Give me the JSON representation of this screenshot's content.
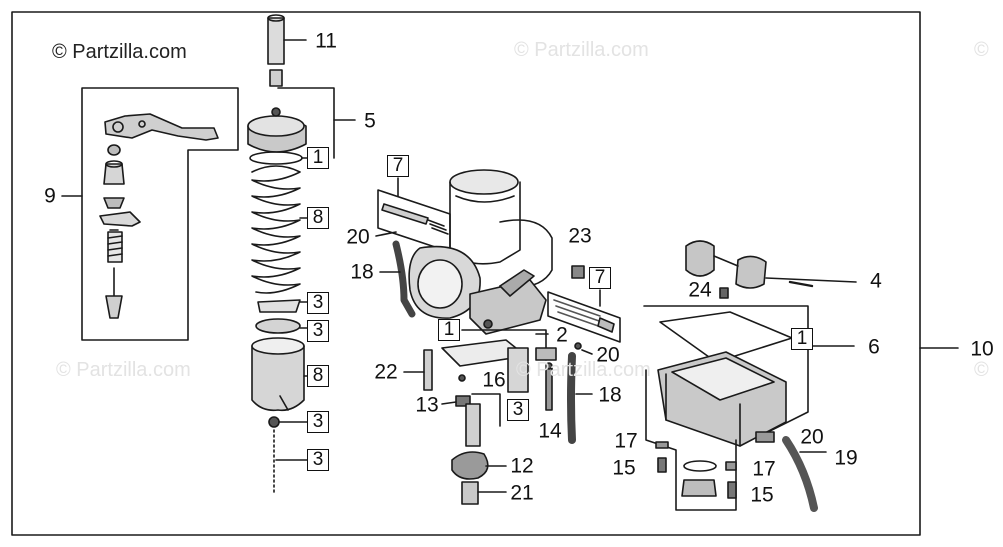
{
  "watermark": {
    "main": "© Partzilla.com",
    "faint_1": "© Partzilla.com",
    "faint_2": "© Partzilla.com",
    "faint_3": "© Partzilla.com",
    "faint_4": "©",
    "faint_5": "©"
  },
  "callouts": {
    "c11": "11",
    "c5": "5",
    "c9": "9",
    "c20a": "20",
    "c18a": "18",
    "c23": "23",
    "c4": "4",
    "c24": "24",
    "c6": "6",
    "c10": "10",
    "c2": "2",
    "c20b": "20",
    "c22": "22",
    "c16": "16",
    "c13": "13",
    "c18b": "18",
    "c14": "14",
    "c17a": "17",
    "c20c": "20",
    "c19": "19",
    "c15a": "15",
    "c17b": "17",
    "c15b": "15",
    "c12": "12",
    "c21": "21"
  },
  "boxed_callouts": {
    "b1a": "1",
    "b8a": "8",
    "b3a": "3",
    "b3b": "3",
    "b8b": "8",
    "b3c": "3",
    "b3d": "3",
    "b7a": "7",
    "b7b": "7",
    "b1b": "1",
    "b3e": "3",
    "b1c": "1"
  }
}
